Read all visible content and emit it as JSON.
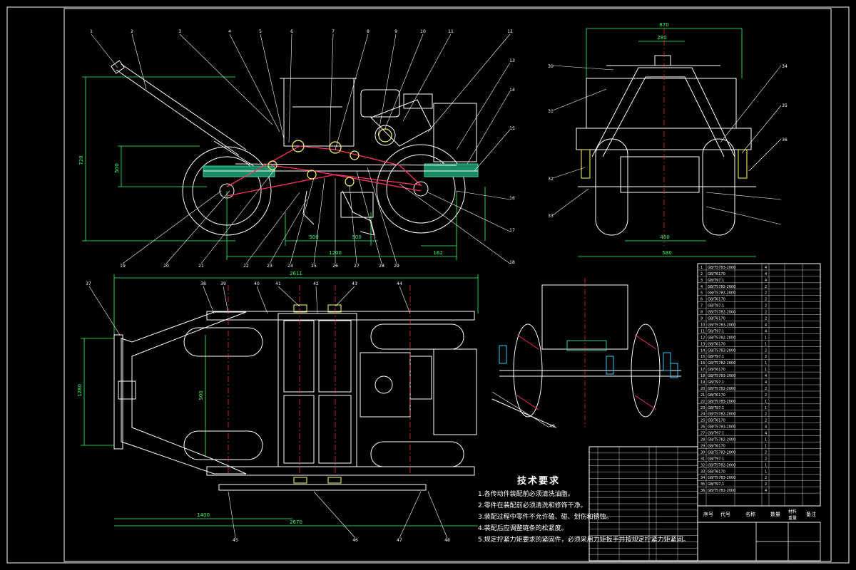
{
  "drawing": {
    "dimensions": {
      "side_overall_height": "720",
      "side_mid_height": "500",
      "side_width": "1200",
      "side_bottom_a": "500",
      "side_bottom_b": "500",
      "side_bottom_c": "162",
      "front_overall_width": "870",
      "front_top_width": "280",
      "front_bottom_width": "580",
      "front_track": "460",
      "top_overall_length": "2611",
      "top_width": "1280",
      "top_inner": "500",
      "top_bottom_a": "1400",
      "top_bottom_b": "2670"
    },
    "side_balloons": [
      "1",
      "2",
      "3",
      "4",
      "5",
      "6",
      "7",
      "8",
      "9",
      "10",
      "11",
      "12",
      "13",
      "14",
      "15",
      "16",
      "17",
      "18",
      "19",
      "20",
      "21",
      "22",
      "23",
      "24",
      "25",
      "26",
      "27",
      "28",
      "29"
    ],
    "front_balloons": [
      "30",
      "31",
      "32",
      "33",
      "34",
      "35",
      "36"
    ],
    "top_balloons": [
      "37",
      "38",
      "39",
      "40",
      "41",
      "42",
      "43",
      "44",
      "45",
      "46",
      "47",
      "48",
      "49"
    ]
  },
  "technical_requirements": {
    "title": "技术要求",
    "items": [
      "1.各传动件装配前必须清洗油脂。",
      "2.零件在装配前必须清洗和修饰干净。",
      "3.装配过程中零件不允许磕、碰、划伤和锈蚀。",
      "4.装配后应调整链条的松紧度。",
      "5.规定拧紧力矩要求的紧固件，必须采用力矩扳手并按规定拧紧力矩紧固。"
    ]
  },
  "bom": {
    "rows": [
      {
        "no": "1",
        "code": "GB/T5783-2000",
        "qty": "4"
      },
      {
        "no": "2",
        "code": "GB/T6170",
        "qty": "4"
      },
      {
        "no": "3",
        "code": "GB/T97.1",
        "qty": "4"
      },
      {
        "no": "4",
        "code": "GB/T5782-2000",
        "qty": "2"
      },
      {
        "no": "5",
        "code": "GB/T5783-2000",
        "qty": "2"
      },
      {
        "no": "6",
        "code": "GB/T6170",
        "qty": "2"
      },
      {
        "no": "7",
        "code": "GB/T97.1",
        "qty": "2"
      },
      {
        "no": "8",
        "code": "GB/T5782-2000",
        "qty": "2"
      },
      {
        "no": "9",
        "code": "GB/T6170",
        "qty": "2"
      },
      {
        "no": "10",
        "code": "GB/T5783-2000",
        "qty": "4"
      },
      {
        "no": "11",
        "code": "GB/T97.1",
        "qty": "4"
      },
      {
        "no": "12",
        "code": "GB/T5782-2000",
        "qty": "1"
      },
      {
        "no": "13",
        "code": "GB/T6170",
        "qty": "1"
      },
      {
        "no": "14",
        "code": "GB/T5783-2000",
        "qty": "2"
      },
      {
        "no": "15",
        "code": "GB/T97.1",
        "qty": "2"
      },
      {
        "no": "16",
        "code": "GB/T5782-2000",
        "qty": "1"
      },
      {
        "no": "17",
        "code": "GB/T6170",
        "qty": "1"
      },
      {
        "no": "18",
        "code": "GB/T5783-2000",
        "qty": "4"
      },
      {
        "no": "19",
        "code": "GB/T97.1",
        "qty": "4"
      },
      {
        "no": "20",
        "code": "GB/T5782-2000",
        "qty": "2"
      },
      {
        "no": "21",
        "code": "GB/T6170",
        "qty": "2"
      },
      {
        "no": "22",
        "code": "GB/T5783-2000",
        "qty": "1"
      },
      {
        "no": "23",
        "code": "GB/T97.1",
        "qty": "1"
      },
      {
        "no": "24",
        "code": "GB/T5782-2000",
        "qty": "2"
      },
      {
        "no": "25",
        "code": "GB/T6170",
        "qty": "2"
      },
      {
        "no": "26",
        "code": "GB/T5783-2000",
        "qty": "4"
      },
      {
        "no": "27",
        "code": "GB/T97.1",
        "qty": "4"
      },
      {
        "no": "28",
        "code": "GB/T5782-2000",
        "qty": "1"
      },
      {
        "no": "29",
        "code": "GB/T6170",
        "qty": "1"
      },
      {
        "no": "30",
        "code": "GB/T5783-2000",
        "qty": "2"
      },
      {
        "no": "31",
        "code": "GB/T97.1",
        "qty": "2"
      },
      {
        "no": "32",
        "code": "GB/T5782-2000",
        "qty": "1"
      },
      {
        "no": "33",
        "code": "GB/T6170",
        "qty": "1"
      },
      {
        "no": "34",
        "code": "GB/T5783-2000",
        "qty": "2"
      },
      {
        "no": "35",
        "code": "GB/T97.1",
        "qty": "2"
      },
      {
        "no": "36",
        "code": "GB/T5782-2000",
        "qty": "4"
      }
    ],
    "header": {
      "no": "序号",
      "code": "代号",
      "name": "名称",
      "qty": "数量",
      "material": "材料",
      "weight": "重量",
      "note": "备注"
    }
  },
  "colors": {
    "background": "#000000",
    "frame": "#ffffff",
    "outline": "#ffffff",
    "chain": "#ff3366",
    "dimension": "#33ff66",
    "centerline": "#ff3333",
    "part": "#ffff66",
    "hatch": "#33cc99",
    "bolt": "#33ccff"
  }
}
